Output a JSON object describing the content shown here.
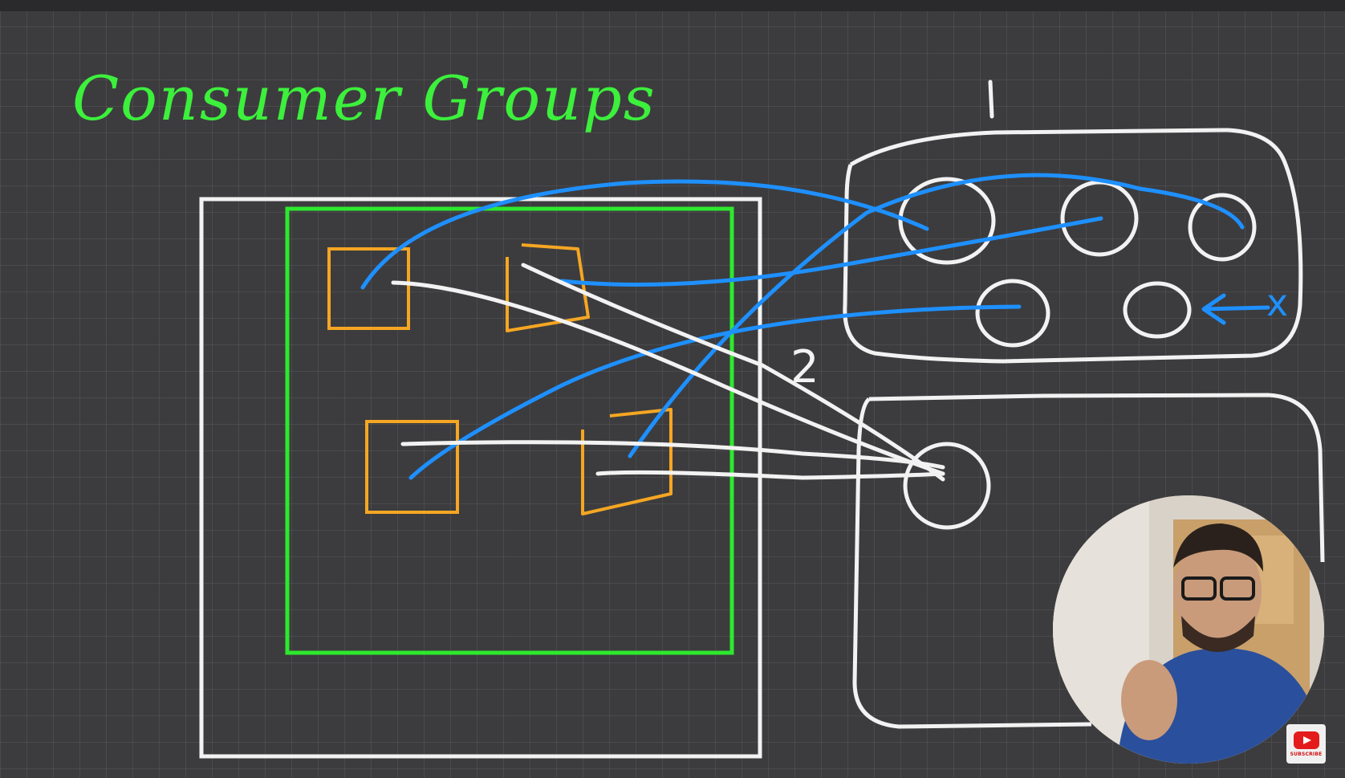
{
  "title": "Consumer Groups",
  "labels": {
    "group_one": "1",
    "group_two": "2",
    "removed_consumer_mark": "x"
  },
  "colors": {
    "background": "#3c3c3e",
    "title": "#3cf03c",
    "topic_box": "#ffffff",
    "broker_box": "#2ee82e",
    "partition": "#f5a623",
    "group_one_links": "#1e90ff",
    "group_two_links": "#f2f2f2"
  },
  "video_overlay": {
    "presenter": "presenter-webcam",
    "subscribe_label": "SUBSCRIBE",
    "subscribe_icon": "youtube-play-icon"
  }
}
